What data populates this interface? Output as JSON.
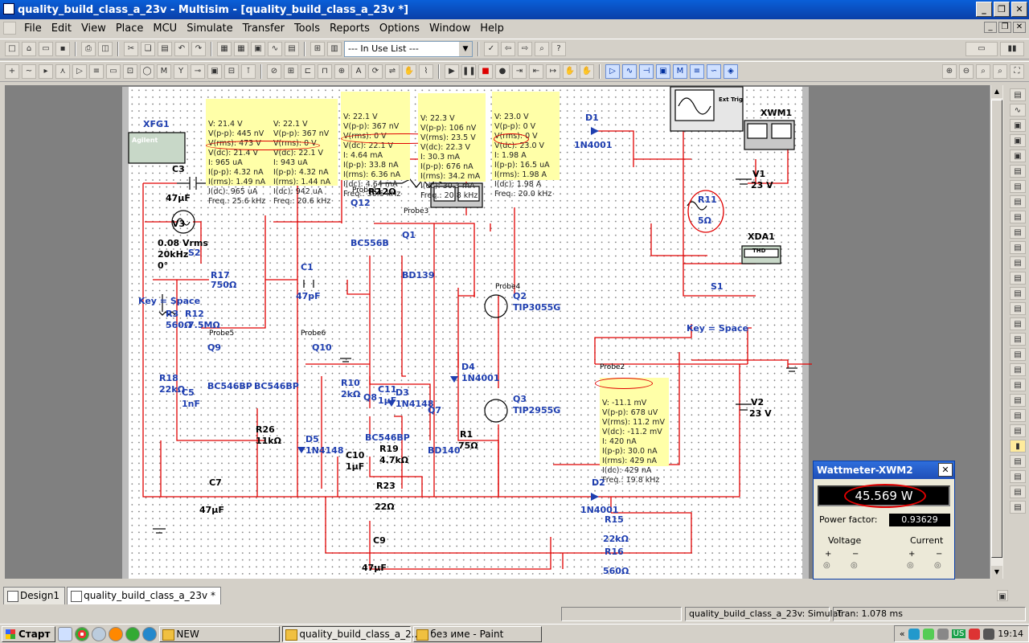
{
  "window": {
    "title": "quality_build_class_a_23v - Multisim - [quality_build_class_a_23v *]"
  },
  "menu": [
    "File",
    "Edit",
    "View",
    "Place",
    "MCU",
    "Simulate",
    "Transfer",
    "Tools",
    "Reports",
    "Options",
    "Window",
    "Help"
  ],
  "toolbar": {
    "in_use_list": "--- In Use List ---"
  },
  "probes": [
    {
      "name": "Probe5",
      "lines": [
        "V: 21.4 V",
        "V(p-p): 445 nV",
        "V(rms): 473 V",
        "V(dc): 21.4 V",
        "I: 965 uA",
        "I(p-p): 4.32 nA",
        "I(rms): 1.49 nA",
        "I(dc): 965 uA",
        "Freq.: 25.6 kHz"
      ]
    },
    {
      "name": "Probe6",
      "lines": [
        "V: 22.1 V",
        "V(p-p): 367 nV",
        "V(rms): 0 V",
        "V(dc): 22.1 V",
        "I: 943 uA",
        "I(p-p): 4.32 nA",
        "I(rms): 1.44 nA",
        "I(dc): 942 uA",
        "Freq.: 20.6 kHz"
      ]
    },
    {
      "name": "Probe1",
      "lines": [
        "V: 22.1 V",
        "V(p-p): 367 nV",
        "V(rms): 0 V",
        "V(dc): 22.1 V",
        "I: 4.64 mA",
        "I(p-p): 33.8 nA",
        "I(rms): 6.36 nA",
        "I(dc): 4.64 mA",
        "Freq.: 30.5 kHz"
      ]
    },
    {
      "name": "Probe3",
      "lines": [
        "V: 22.3 V",
        "V(p-p): 106 nV",
        "V(rms): 23.5 V",
        "V(dc): 22.3 V",
        "I: 30.3 mA",
        "I(p-p): 676 nA",
        "I(rms): 34.2 mA",
        "I(dc): 30.3 mA",
        "Freq.: 20.8 kHz"
      ]
    },
    {
      "name": "Probe4",
      "lines": [
        "V: 23.0 V",
        "V(p-p): 0 V",
        "V(rms): 0 V",
        "V(dc): 23.0 V",
        "I: 1.98 A",
        "I(p-p): 16.5 uA",
        "I(rms): 1.98 A",
        "I(dc): 1.98 A",
        "Freq.: 20.0 kHz"
      ]
    },
    {
      "name": "Probe2",
      "lines": [
        "V: -11.1 mV",
        "V(p-p): 678 uV",
        "V(rms): 11.2 mV",
        "V(dc): -11.2 mV",
        "I: 420 nA",
        "I(p-p): 30.0 nA",
        "I(rms): 429 nA",
        "I(dc): 429 nA",
        "Freq.: 19.8 kHz"
      ]
    }
  ],
  "components": {
    "XFG1": "XFG1",
    "Agilent": "Agilent",
    "C3": "C3",
    "C3v": "47µF",
    "V3": "V3",
    "V3a": "0.08 Vrms",
    "V3b": "20kHz",
    "V3c": "0°",
    "S2": "S2",
    "R17": "R17",
    "R17v": "750Ω",
    "KeySpace1": "Key = Space",
    "R3": "R3",
    "R3v": "560Ω",
    "R12": "R12",
    "R12v": "7.5MΩ",
    "Q9": "Q9",
    "Q10": "Q10",
    "R18": "R18",
    "R18v": "22kΩ",
    "C5": "C5",
    "C5v": "1nF",
    "BC546a": "BC546BP",
    "BC546b": "BC546BP",
    "Q12": "Q12",
    "BC556B": "BC556B",
    "C1": "C1",
    "C1v": "47pF",
    "R2": "R2",
    "R2v": "12Ω",
    "Q1": "Q1",
    "BD139": "BD139",
    "R10": "R10",
    "R10v": "2kΩ",
    "Q8": "Q8",
    "C11": "C11",
    "C11v": "1µF",
    "D3": "D3",
    "D3v": "1N4148",
    "Q7": "Q7",
    "BC546c": "BC546BP",
    "BD140": "BD140",
    "R19": "R19",
    "R19v": "4.7kΩ",
    "C10": "C10",
    "C10v": "1µF",
    "R23": "R23",
    "R23v": "22Ω",
    "R26": "R26",
    "R26v": "11kΩ",
    "D5": "D5",
    "D5v": "1N4148",
    "C7": "C7",
    "C7v": "47µF",
    "C9": "C9",
    "C9v": "47µF",
    "R1": "R1",
    "R1v": "75Ω",
    "D4": "D4",
    "D4v": "1N4001",
    "Q2": "Q2",
    "TIP3055G": "TIP3055G",
    "Q3": "Q3",
    "TIP2955G": "TIP2955G",
    "D1": "D1",
    "D1v": "1N4001",
    "D2": "D2",
    "D2v": "1N4001",
    "V1": "V1",
    "V1v": "23 V",
    "V2": "V2",
    "V2v": "23 V",
    "R11": "R11",
    "R11v": "5Ω",
    "XWM1": "XWM1",
    "XDA1": "XDA1",
    "THD": "THD",
    "S1": "S1",
    "KeySpace2": "Key = Space",
    "R15": "R15",
    "R15v": "22kΩ",
    "R16": "R16",
    "R16v": "560Ω",
    "ExtTrig": "Ext Trig"
  },
  "wattmeter": {
    "title": "Wattmeter-XWM2",
    "power": "45.569 W",
    "pf_label": "Power factor:",
    "pf_value": "0.93629",
    "voltage": "Voltage",
    "current": "Current",
    "plus": "+",
    "minus": "−"
  },
  "tabs": [
    "Design1",
    "quality_build_class_a_23v *"
  ],
  "status": {
    "file": "quality_build_class_a_23v: Simulat",
    "tran": "Tran: 1.078 ms"
  },
  "taskbar": {
    "start": "Старт",
    "tasks": [
      "NEW",
      "quality_build_class_a_2...",
      "без име - Paint"
    ],
    "lang": "US",
    "clock": "19:14"
  }
}
